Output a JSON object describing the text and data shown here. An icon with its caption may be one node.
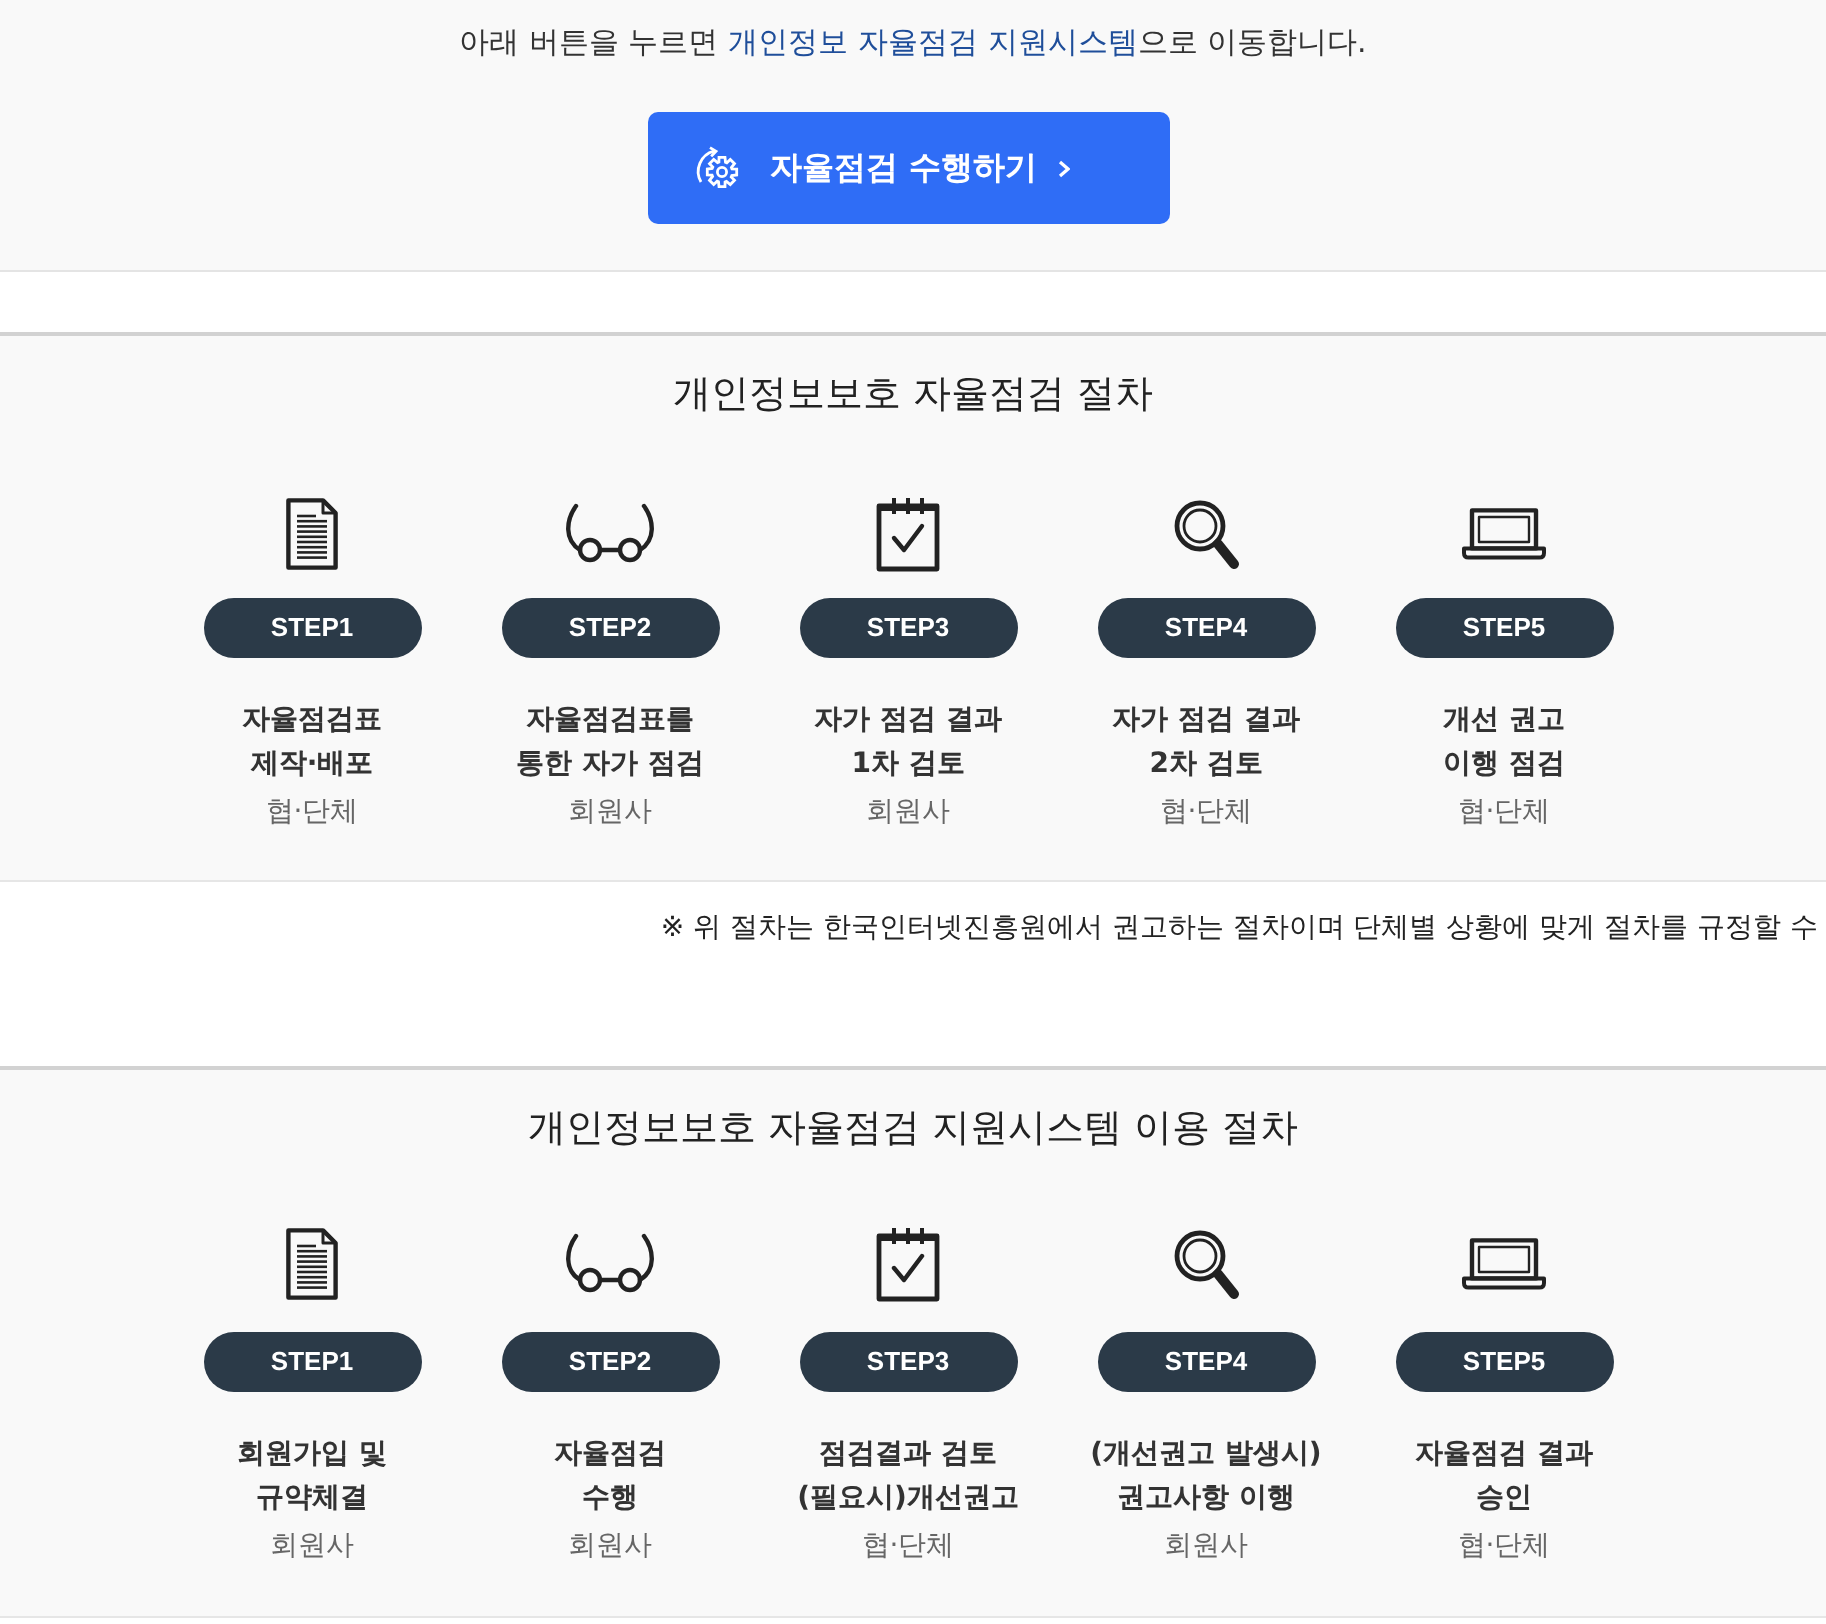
{
  "diagram": {
    "nodes": [
      {
        "text": [
          "자율점검 수행하기"
        ]
      },
      {
        "text": [
          "개인정보보호 자율점검 절차"
        ]
      },
      {
        "text": [
          "STEP1"
        ],
        "in": 1,
        "beside": [
          "자율점검표 제작·배포",
          "협·단체"
        ]
      },
      {
        "text": [
          "STEP2"
        ],
        "in": 1,
        "beside": [
          "자율점검표를 통한 자가 점검",
          "회원사"
        ]
      },
      {
        "text": [
          "STEP3"
        ],
        "in": 1,
        "beside": [
          "자가 점검 결과 1차 검토",
          "회원사"
        ]
      },
      {
        "text": [
          "STEP4"
        ],
        "in": 1,
        "beside": [
          "자가 점검 결과 2차 검토",
          "협·단체"
        ]
      },
      {
        "text": [
          "STEP5"
        ],
        "in": 1,
        "beside": [
          "개선 권고 이행 점검",
          "협·단체"
        ]
      },
      {
        "text": [
          "개인정보보호 자율점검 지원시스템 이용 절차"
        ]
      },
      {
        "text": [
          "STEP1"
        ],
        "in": 7,
        "beside": [
          "회원가입 및 규약체결",
          "회원사"
        ]
      },
      {
        "text": [
          "STEP2"
        ],
        "in": 7,
        "beside": [
          "자율점검 수행",
          "회원사"
        ]
      },
      {
        "text": [
          "STEP3"
        ],
        "in": 7,
        "beside": [
          "점검결과 검토 (필요시)개선권고",
          "협·단체"
        ]
      },
      {
        "text": [
          "STEP4"
        ],
        "in": 7,
        "beside": [
          "(개선권고 발생시) 권고사항 이행",
          "회원사"
        ]
      },
      {
        "text": [
          "STEP5"
        ],
        "in": 7,
        "beside": [
          "자율점검 결과 승인",
          "협·단체"
        ]
      }
    ],
    "labels": [
      "아래 버튼을 누르면",
      "개인정보 자율점검 지원시스템",
      "으로 이동합니다.",
      "※ 위 절차는 한국인터넷진흥원에서 권고하는 절차이며 단체별 상황에 맞게 절차를 규정할 수"
    ]
  }
}
